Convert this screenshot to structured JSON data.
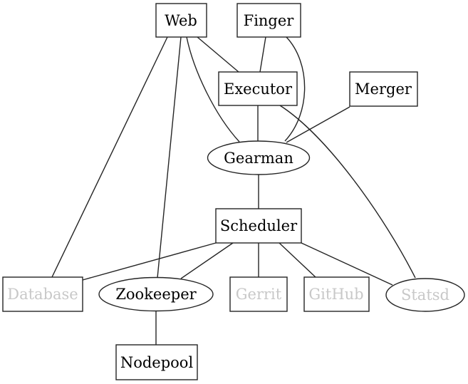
{
  "diagram": {
    "background_color": "#ffffff",
    "line_color": "#242424",
    "node_fill_color": "#ffffff",
    "label_color": "#000000",
    "muted_label_color": "#c8c8c8",
    "nodes": [
      {
        "id": "web",
        "label": "Web",
        "shape": "box",
        "muted": false
      },
      {
        "id": "finger",
        "label": "Finger",
        "shape": "box",
        "muted": false
      },
      {
        "id": "executor",
        "label": "Executor",
        "shape": "box",
        "muted": false
      },
      {
        "id": "merger",
        "label": "Merger",
        "shape": "box",
        "muted": false
      },
      {
        "id": "gearman",
        "label": "Gearman",
        "shape": "ellipse",
        "muted": false
      },
      {
        "id": "scheduler",
        "label": "Scheduler",
        "shape": "box",
        "muted": false
      },
      {
        "id": "database",
        "label": "Database",
        "shape": "box",
        "muted": true
      },
      {
        "id": "zookeeper",
        "label": "Zookeeper",
        "shape": "ellipse",
        "muted": false
      },
      {
        "id": "gerrit",
        "label": "Gerrit",
        "shape": "box",
        "muted": true
      },
      {
        "id": "github",
        "label": "GitHub",
        "shape": "box",
        "muted": true
      },
      {
        "id": "statsd",
        "label": "Statsd",
        "shape": "ellipse",
        "muted": true
      },
      {
        "id": "nodepool",
        "label": "Nodepool",
        "shape": "box",
        "muted": false
      }
    ],
    "edges": [
      {
        "from": "Web",
        "to": "Executor"
      },
      {
        "from": "Web",
        "to": "Gearman"
      },
      {
        "from": "Web",
        "to": "Database"
      },
      {
        "from": "Web",
        "to": "Zookeeper"
      },
      {
        "from": "Finger",
        "to": "Executor"
      },
      {
        "from": "Finger",
        "to": "Gearman"
      },
      {
        "from": "Executor",
        "to": "Gearman"
      },
      {
        "from": "Executor",
        "to": "Statsd"
      },
      {
        "from": "Merger",
        "to": "Gearman"
      },
      {
        "from": "Gearman",
        "to": "Scheduler"
      },
      {
        "from": "Scheduler",
        "to": "Database"
      },
      {
        "from": "Scheduler",
        "to": "Zookeeper"
      },
      {
        "from": "Scheduler",
        "to": "Gerrit"
      },
      {
        "from": "Scheduler",
        "to": "GitHub"
      },
      {
        "from": "Scheduler",
        "to": "Statsd"
      },
      {
        "from": "Zookeeper",
        "to": "Nodepool"
      }
    ]
  }
}
